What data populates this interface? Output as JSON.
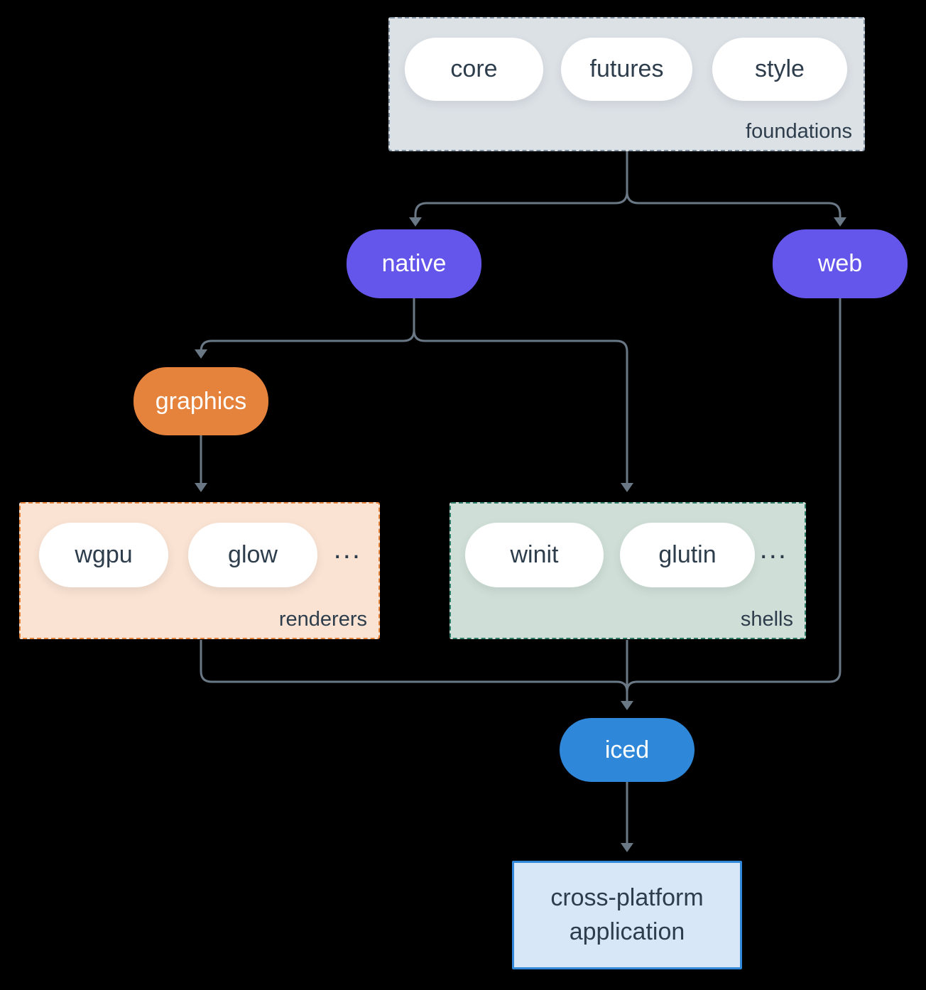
{
  "colors": {
    "background": "#000000",
    "connector": "#6a7885",
    "node_purple": "#6456eb",
    "node_orange": "#e5823c",
    "node_blue": "#2e87d8",
    "foundations_fill": "#dce1e6",
    "foundations_border": "#8292a2",
    "renderers_fill": "#fae3d3",
    "renderers_border": "#e5823c",
    "shells_fill": "#cfdfd7",
    "shells_border": "#2d7d69",
    "application_fill": "#d7e7f8",
    "application_border": "#3187d8",
    "text_dark": "#2e3d4c"
  },
  "foundations": {
    "label": "foundations",
    "pills": [
      "core",
      "futures",
      "style"
    ]
  },
  "native": {
    "label": "native"
  },
  "web": {
    "label": "web"
  },
  "graphics": {
    "label": "graphics"
  },
  "renderers": {
    "label": "renderers",
    "pills": [
      "wgpu",
      "glow"
    ],
    "ellipsis": "..."
  },
  "shells": {
    "label": "shells",
    "pills": [
      "winit",
      "glutin"
    ],
    "ellipsis": "..."
  },
  "iced": {
    "label": "iced"
  },
  "application": {
    "line1": "cross-platform",
    "line2": "application"
  }
}
